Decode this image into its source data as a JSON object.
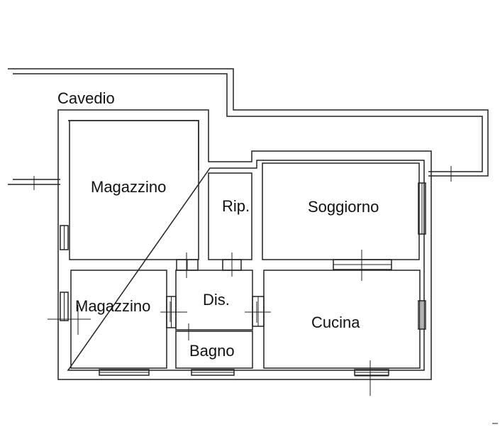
{
  "rooms": {
    "cavedio": "Cavedio",
    "magazzino_top": "Magazzino",
    "rip": "Rip.",
    "soggiorno": "Soggiorno",
    "magazzino_bottom": "Magazzino",
    "dis": "Dis.",
    "cucina": "Cucina",
    "bagno": "Bagno"
  }
}
